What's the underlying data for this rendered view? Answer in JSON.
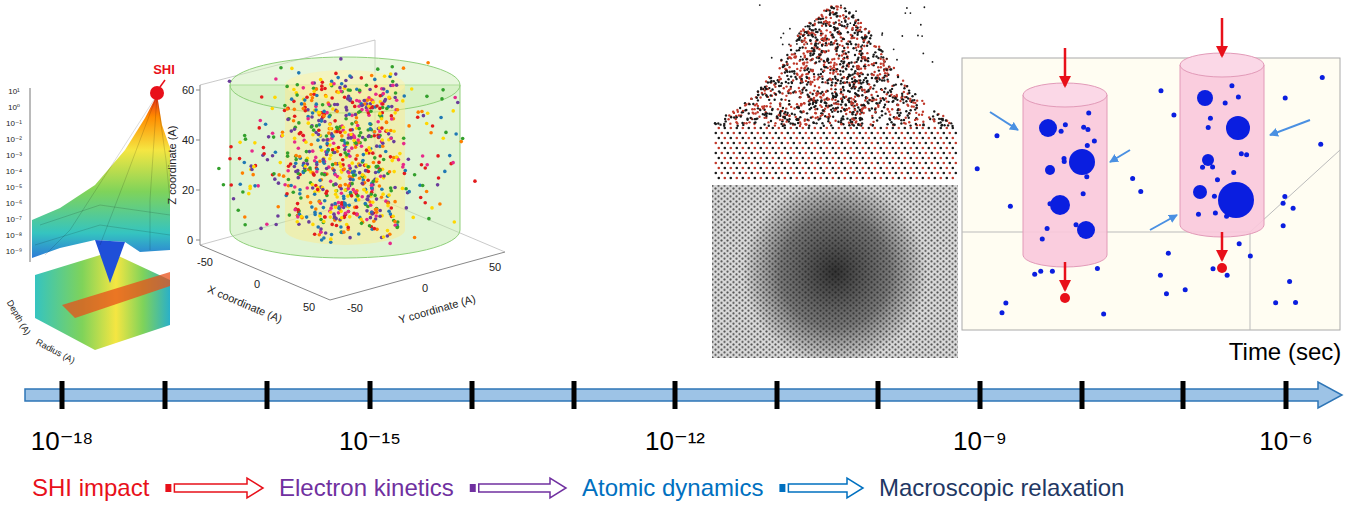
{
  "diagram": {
    "nodes": [
      {
        "text": [
          "SHI impact"
        ]
      },
      {
        "text": [
          "Electron kinetics"
        ]
      },
      {
        "text": [
          "Atomic dynamics"
        ]
      },
      {
        "text": [
          "Macroscopic relaxation"
        ]
      }
    ],
    "edges": [
      {
        "from": 0,
        "to": 1,
        "arrow": "to"
      },
      {
        "from": 1,
        "to": 2,
        "arrow": "to"
      },
      {
        "from": 2,
        "to": 3,
        "arrow": "to"
      }
    ],
    "labels": [
      "SHI",
      "10¹",
      "10⁰",
      "10⁻¹",
      "10⁻²",
      "10⁻³",
      "10⁻⁴",
      "10⁻⁵",
      "10⁻⁶",
      "10⁻⁷",
      "10⁻⁸",
      "10⁻⁹",
      "Depth (A)",
      "Radius (A)",
      "Z coordinate (A)",
      "60",
      "40",
      "20",
      "0",
      "X coordinate (A)",
      "-50",
      "0",
      "50",
      "Y coordinate (A)",
      "-50",
      "0",
      "50",
      "Time (sec)",
      "10⁻¹⁸",
      "10⁻¹⁵",
      "10⁻¹²",
      "10⁻⁹",
      "10⁻⁶"
    ]
  }
}
